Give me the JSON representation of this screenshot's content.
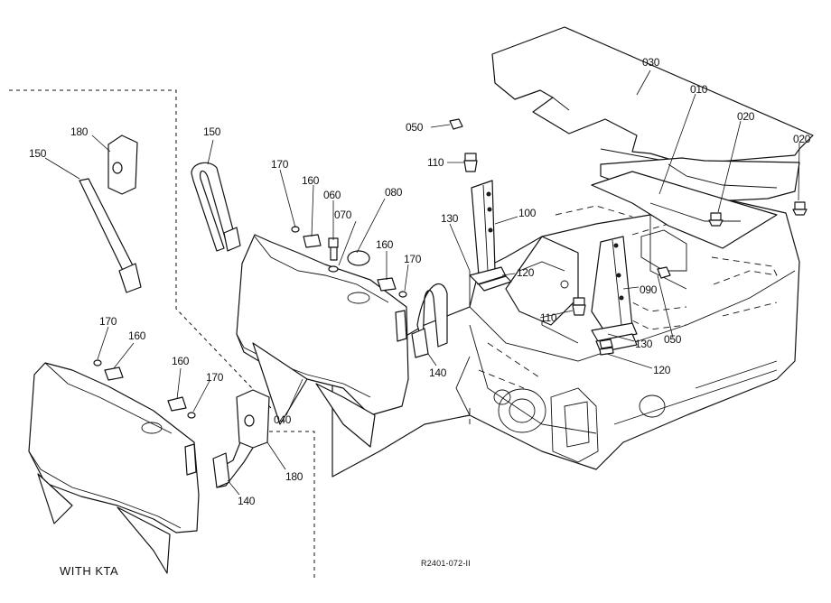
{
  "diagram": {
    "caption": "WITH KTA",
    "reference": "R2401-072-II",
    "callouts": {
      "l030": "030",
      "l010": "010",
      "l020a": "020",
      "l020b": "020",
      "l050a": "050",
      "l050b": "050",
      "l110a": "110",
      "l110b": "110",
      "l100": "100",
      "l130a": "130",
      "l130b": "130",
      "l120a": "120",
      "l120b": "120",
      "l090": "090",
      "l150a": "150",
      "l150b": "150",
      "l170a": "170",
      "l170b": "170",
      "l170c": "170",
      "l170d": "170",
      "l160a": "160",
      "l160b": "160",
      "l160c": "160",
      "l160d": "160",
      "l060": "060",
      "l070": "070",
      "l080": "080",
      "l180a": "180",
      "l180b": "180",
      "l140a": "140",
      "l140b": "140",
      "l040": "040"
    }
  }
}
